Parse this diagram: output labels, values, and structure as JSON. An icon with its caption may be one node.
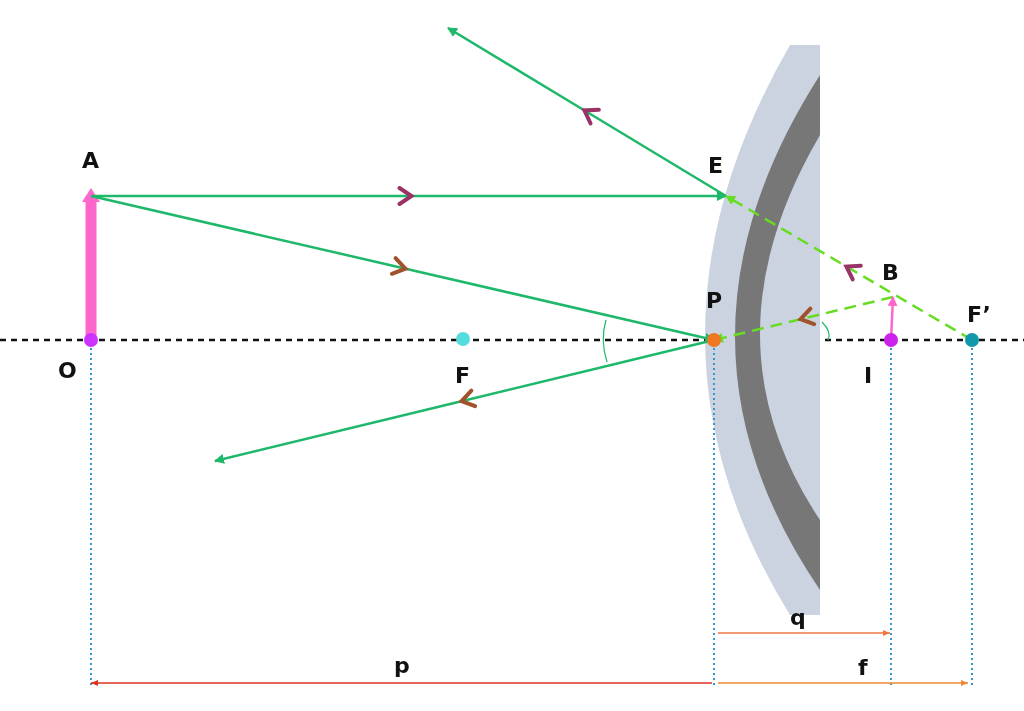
{
  "diagram": {
    "nodes": [
      {
        "text": [
          "A"
        ]
      },
      {
        "text": [
          "E"
        ]
      },
      {
        "text": [
          "B"
        ]
      },
      {
        "text": [
          "P"
        ]
      },
      {
        "text": [
          "F’"
        ]
      },
      {
        "text": [
          "O"
        ]
      },
      {
        "text": [
          "F"
        ]
      },
      {
        "text": [
          "I"
        ]
      }
    ],
    "edges": [
      {
        "from": 5,
        "to": 0,
        "arrow": "to",
        "style": "thick",
        "color": "#ff66cc"
      },
      {
        "from": 0,
        "to": 1,
        "arrow": "to"
      },
      {
        "from": 1,
        "to": null,
        "arrow": "to"
      },
      {
        "from": 4,
        "to": 1,
        "arrow": "to",
        "style": "dashed",
        "color": "#66dd22"
      },
      {
        "from": 0,
        "to": 3,
        "arrow": "to"
      },
      {
        "from": 3,
        "to": null,
        "arrow": "to"
      },
      {
        "from": 2,
        "to": 3,
        "arrow": "to",
        "style": "dashed",
        "color": "#66dd22"
      },
      {
        "from": 7,
        "to": 2,
        "arrow": "to",
        "color": "#ff66cc"
      }
    ],
    "labels": [
      "q",
      "p",
      "f"
    ]
  }
}
